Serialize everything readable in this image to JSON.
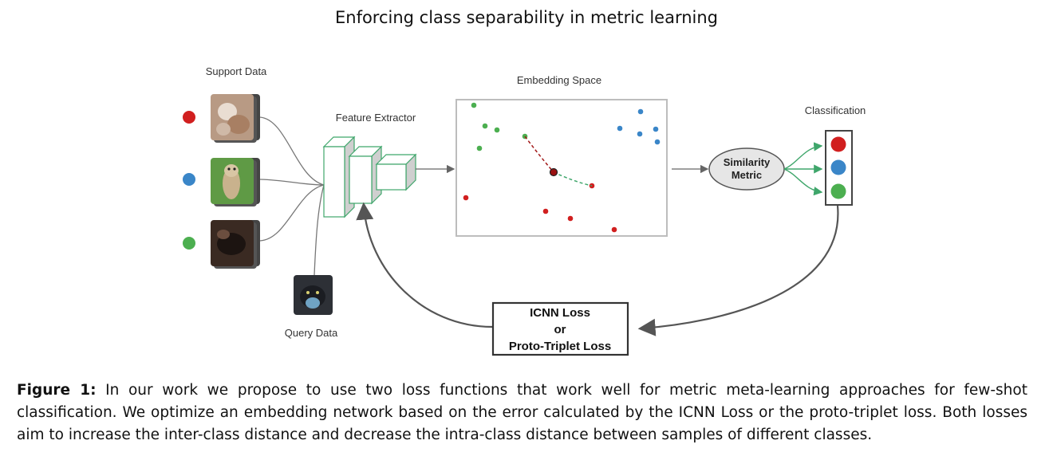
{
  "title": "Enforcing class separability in metric learning",
  "labels": {
    "support": "Support Data",
    "query": "Query Data",
    "feature": "Feature Extractor",
    "embedding": "Embedding Space",
    "classification": "Classification",
    "similarity_line1": "Similarity",
    "similarity_line2": "Metric",
    "loss_line1": "ICNN Loss",
    "loss_line2": "or",
    "loss_line3": "Proto-Triplet Loss"
  },
  "colors": {
    "red": "#d11f1f",
    "blue": "#3a86c8",
    "green": "#4caf50",
    "extractor_stroke": "#3fa66b"
  },
  "caption": {
    "label": "Figure 1:",
    "text": "In our work we propose to use two loss functions that work well for metric meta-learning approaches for few-shot classification. We optimize an embedding network based on the error calculated by the ICNN Loss or the proto-triplet loss. Both losses aim to increase the inter-class distance and decrease the intra-class distance between samples of different classes."
  }
}
